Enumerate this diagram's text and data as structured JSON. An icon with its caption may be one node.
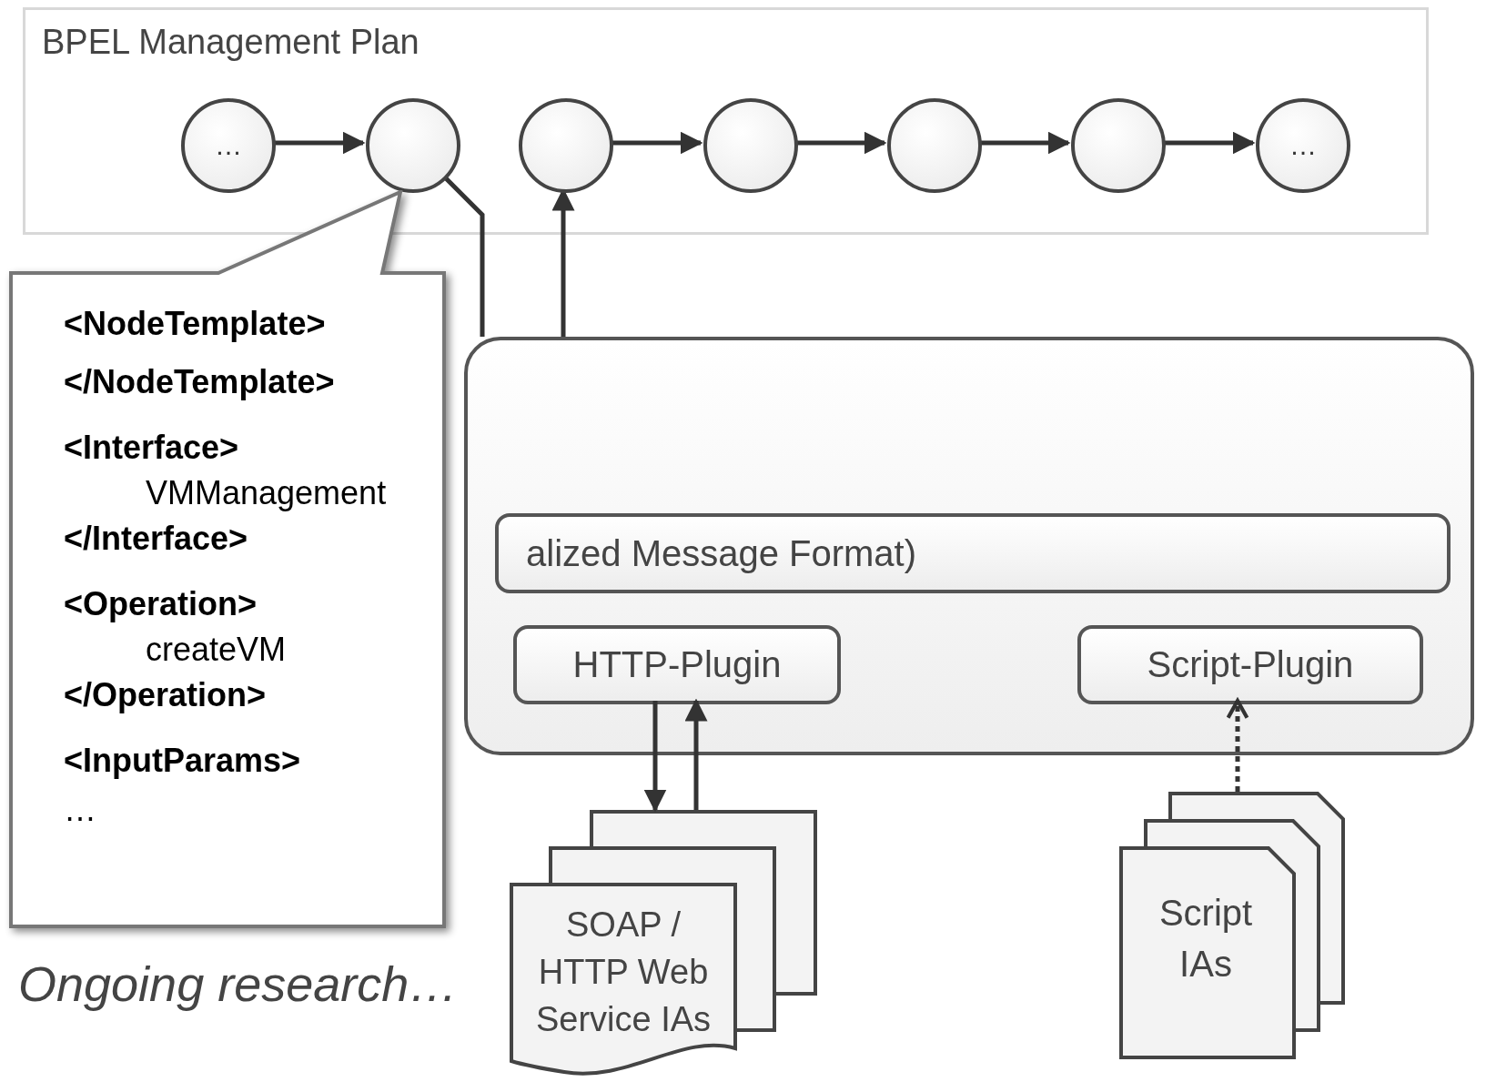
{
  "diagram": {
    "nodes": [
      {
        "text": [
          "BPEL Management Plan"
        ]
      },
      {
        "text": [
          "…"
        ],
        "in": 0
      },
      {
        "text": [],
        "shape": "circle",
        "in": 0
      },
      {
        "text": [],
        "shape": "circle",
        "in": 0
      },
      {
        "text": [],
        "shape": "circle",
        "in": 0
      },
      {
        "text": [],
        "shape": "circle",
        "in": 0
      },
      {
        "text": [],
        "shape": "circle",
        "in": 0
      },
      {
        "text": [
          "…"
        ],
        "in": 0
      },
      {
        "text": [],
        "shape": "box"
      },
      {
        "text": [
          "alized Message Format)"
        ],
        "in": 8
      },
      {
        "text": [
          "HTTP-Plugin"
        ],
        "in": 8
      },
      {
        "text": [
          "Script-Plugin"
        ],
        "in": 8
      },
      {
        "text": [
          "SOAP / HTTP Web Service IAs"
        ]
      },
      {
        "text": [
          "Script IAs"
        ]
      },
      {
        "text": [
          "<NodeTemplate>",
          "</NodeTemplate>",
          "<Interface>",
          "VMManagement",
          "</Interface>",
          "<Operation>",
          "createVM",
          "</Operation>",
          "<InputParams>",
          "…"
        ]
      }
    ],
    "edges": [
      {
        "from": 1,
        "to": 2,
        "arrow": "to"
      },
      {
        "from": 3,
        "to": 4,
        "arrow": "to"
      },
      {
        "from": 4,
        "to": 5,
        "arrow": "to"
      },
      {
        "from": 5,
        "to": 6,
        "arrow": "to"
      },
      {
        "from": 6,
        "to": 7,
        "arrow": "to"
      },
      {
        "from": 2,
        "to": 8,
        "arrow": "none"
      },
      {
        "from": 8,
        "to": 3,
        "arrow": "to"
      },
      {
        "from": 10,
        "to": 12,
        "arrow": "to"
      },
      {
        "from": 12,
        "to": 10,
        "arrow": "to"
      },
      {
        "from": 13,
        "to": 11,
        "arrow": "to",
        "style": "dashed"
      }
    ],
    "labels": [
      "Ongoing research…"
    ]
  }
}
